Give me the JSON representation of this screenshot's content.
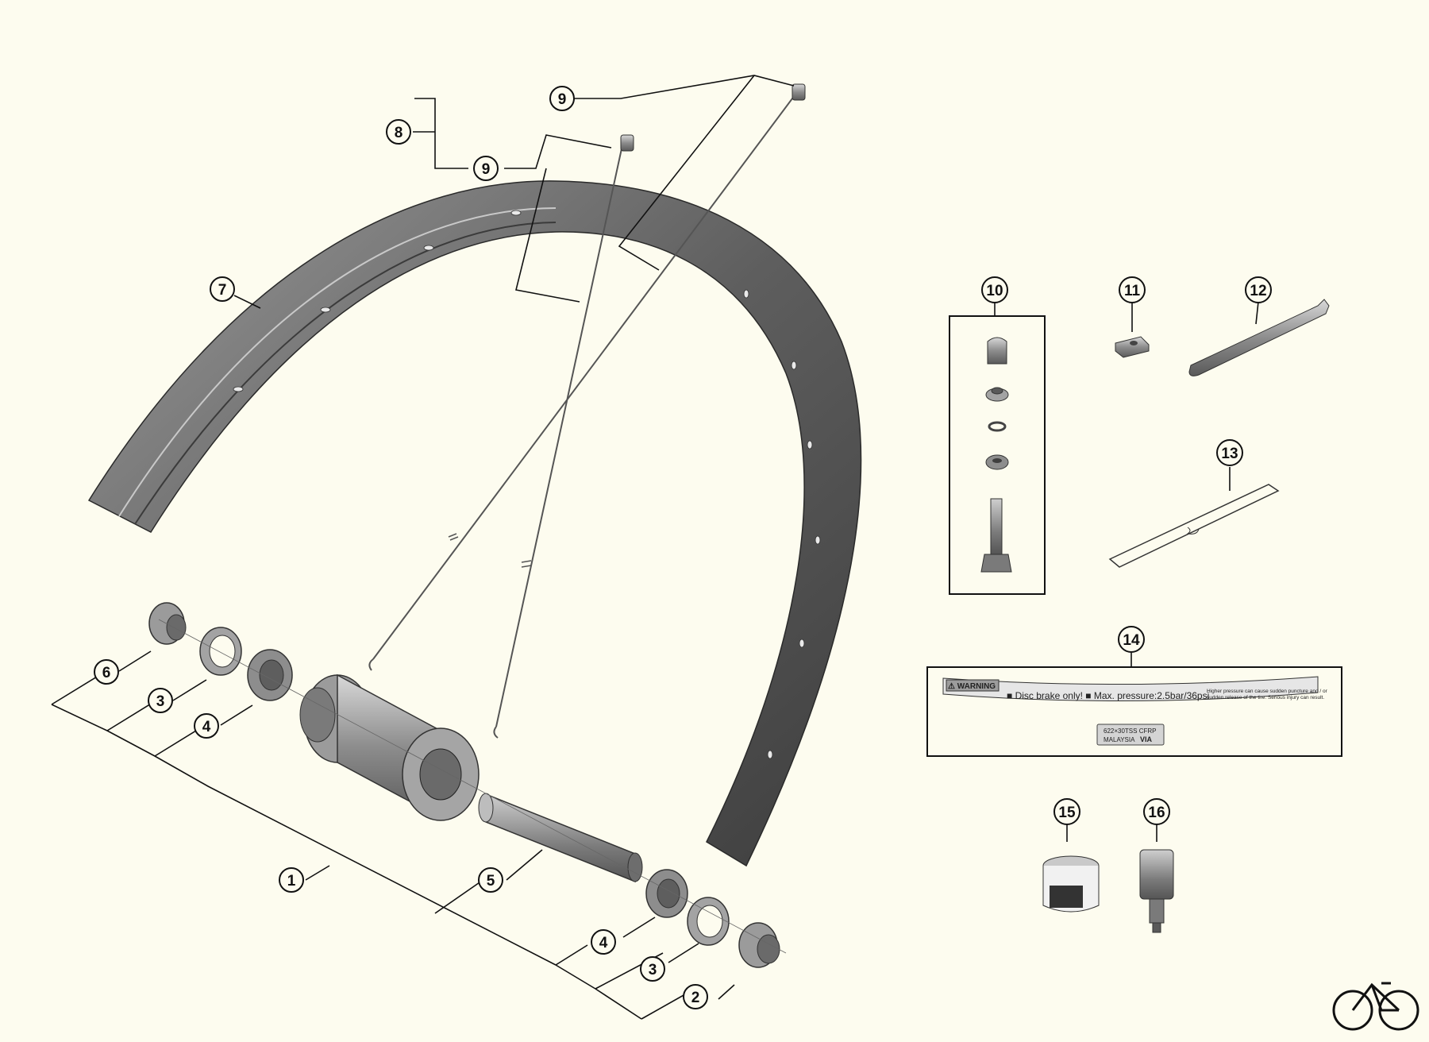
{
  "callouts": {
    "c1": "1",
    "c2": "2",
    "c3a": "3",
    "c3b": "3",
    "c4a": "4",
    "c4b": "4",
    "c5": "5",
    "c6": "6",
    "c7": "7",
    "c8": "8",
    "c9a": "9",
    "c9b": "9",
    "c10": "10",
    "c11": "11",
    "c12": "12",
    "c13": "13",
    "c14": "14",
    "c15": "15",
    "c16": "16"
  },
  "warning_label": {
    "badge": "⚠ WARNING",
    "text": "■ Disc brake only! ■ Max. pressure:2.5bar/36psi",
    "fine_print_1": "Higher pressure can cause sudden puncture and / or",
    "fine_print_2": "sudden release of the tire. Serious injury can result.",
    "size": "622×30TSS CFRP",
    "origin": "MALAYSIA",
    "mark": "VIA"
  },
  "colors": {
    "background": "#fdfcef",
    "rim": "#6e6e6e",
    "metal": "#8a8a8a",
    "line": "#111111"
  },
  "icons": {
    "logo": "bicycle-icon"
  }
}
